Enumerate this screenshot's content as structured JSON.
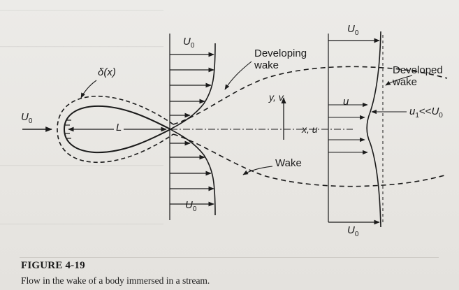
{
  "diagram": {
    "labels": {
      "u0_upstream": "U0",
      "u0_top_mid": "U0",
      "u0_bottom_mid": "U0",
      "u0_top_right": "U0",
      "u0_bottom_right": "U0",
      "delta": "δ(x)",
      "L": "L",
      "y_axis": "y, v",
      "x_axis": "x, u",
      "developing_wake": "Developing\nwake",
      "developed_wake": "Developed\nwake",
      "wake": "Wake",
      "u": "u",
      "u1_relation": "u1 << U0"
    }
  },
  "caption": {
    "title": "FIGURE 4-19",
    "text": "Flow in the wake of a body immersed in a stream."
  }
}
